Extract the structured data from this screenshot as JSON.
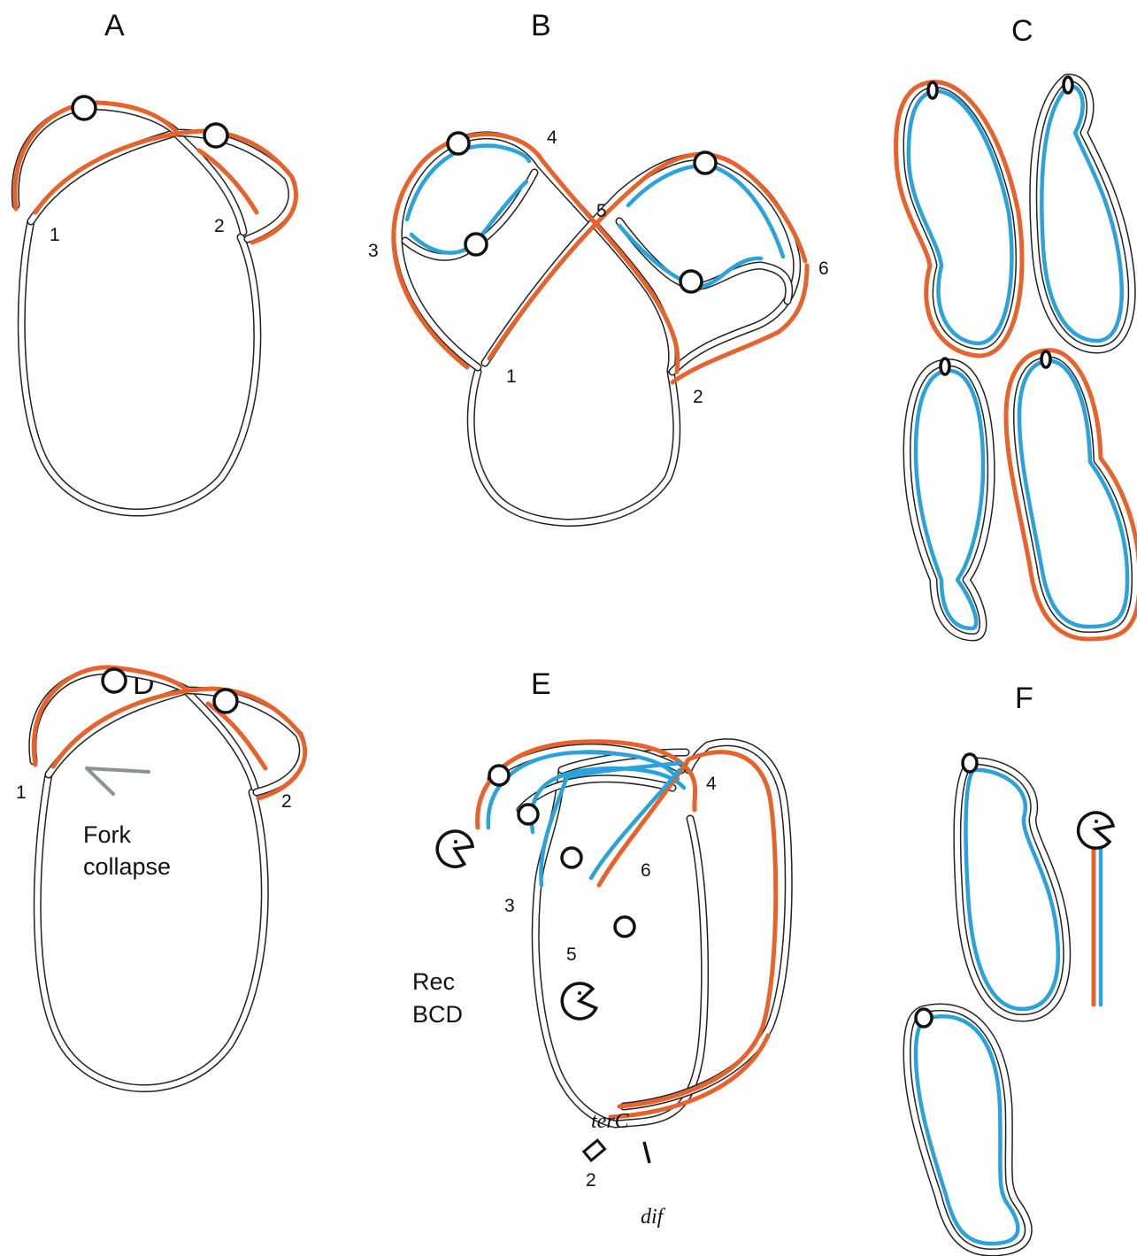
{
  "panels": {
    "A": {
      "label": "A",
      "fork1": "1",
      "fork2": "2"
    },
    "B": {
      "label": "B",
      "n1": "1",
      "n2": "2",
      "n3": "3",
      "n4": "4",
      "n5": "5",
      "n6": "6"
    },
    "C": {
      "label": "C"
    },
    "D": {
      "label": "D",
      "fork1": "1",
      "fork2": "2",
      "caption_line1": "Fork",
      "caption_line2": "collapse"
    },
    "E": {
      "label": "E",
      "n2": "2",
      "n3": "3",
      "n4": "4",
      "n5": "5",
      "n6": "6",
      "enzyme_line1": "Rec",
      "enzyme_line2": "BCD",
      "ter_label": "terC",
      "dif_label": "dif"
    },
    "F": {
      "label": "F"
    }
  },
  "colors": {
    "dna_outline": "#222222",
    "parental_strand": "#e8622c",
    "nascent_strand": "#2aa3dc",
    "fork_collapse_arrow": "#8a948e"
  },
  "icons": [
    "origin-circle-icon",
    "recbcd-pacman-icon",
    "terc-site-icon",
    "dif-site-icon",
    "fork-collapse-arrow-icon"
  ]
}
